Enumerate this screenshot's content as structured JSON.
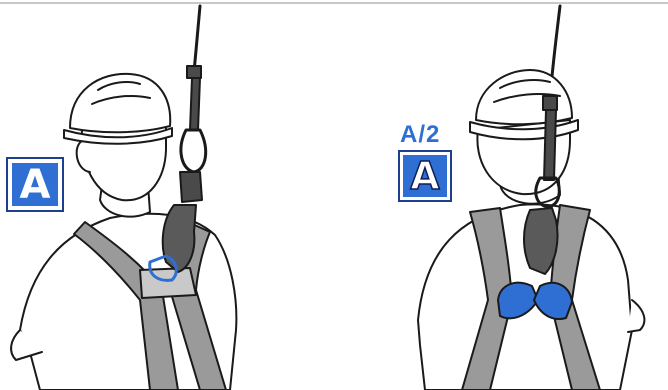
{
  "labels": {
    "left_badge": "A",
    "right_badge": "A",
    "right_caption": "A/2"
  },
  "colors": {
    "accent_blue": "#2f6fd4",
    "badge_border": "#1d3f8f",
    "outline": "#1a1a1a",
    "strap_gray": "#9a9a9a",
    "fill_gray": "#c9c9c9",
    "device_dark": "#4a4a4a",
    "background": "#ffffff"
  },
  "icons": {
    "left": "worker-harness-single-connection-icon",
    "right": "worker-harness-double-connection-icon"
  }
}
